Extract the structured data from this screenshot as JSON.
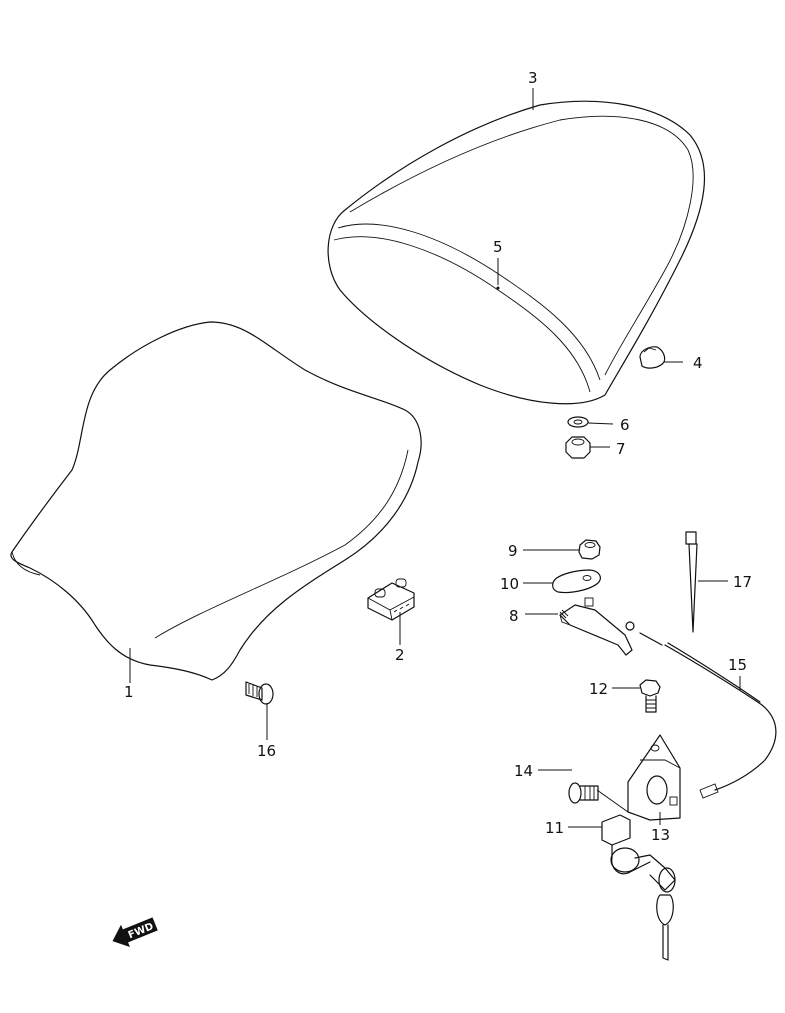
{
  "callouts": {
    "c1": "1",
    "c2": "2",
    "c3": "3",
    "c4": "4",
    "c5": "5",
    "c6": "6",
    "c7": "7",
    "c8": "8",
    "c9": "9",
    "c10": "10",
    "c11": "11",
    "c12": "12",
    "c13": "13",
    "c14": "14",
    "c15": "15",
    "c16": "16",
    "c17": "17"
  },
  "fwd_badge": {
    "label": "FWD",
    "icon": "forward-arrow-icon"
  }
}
